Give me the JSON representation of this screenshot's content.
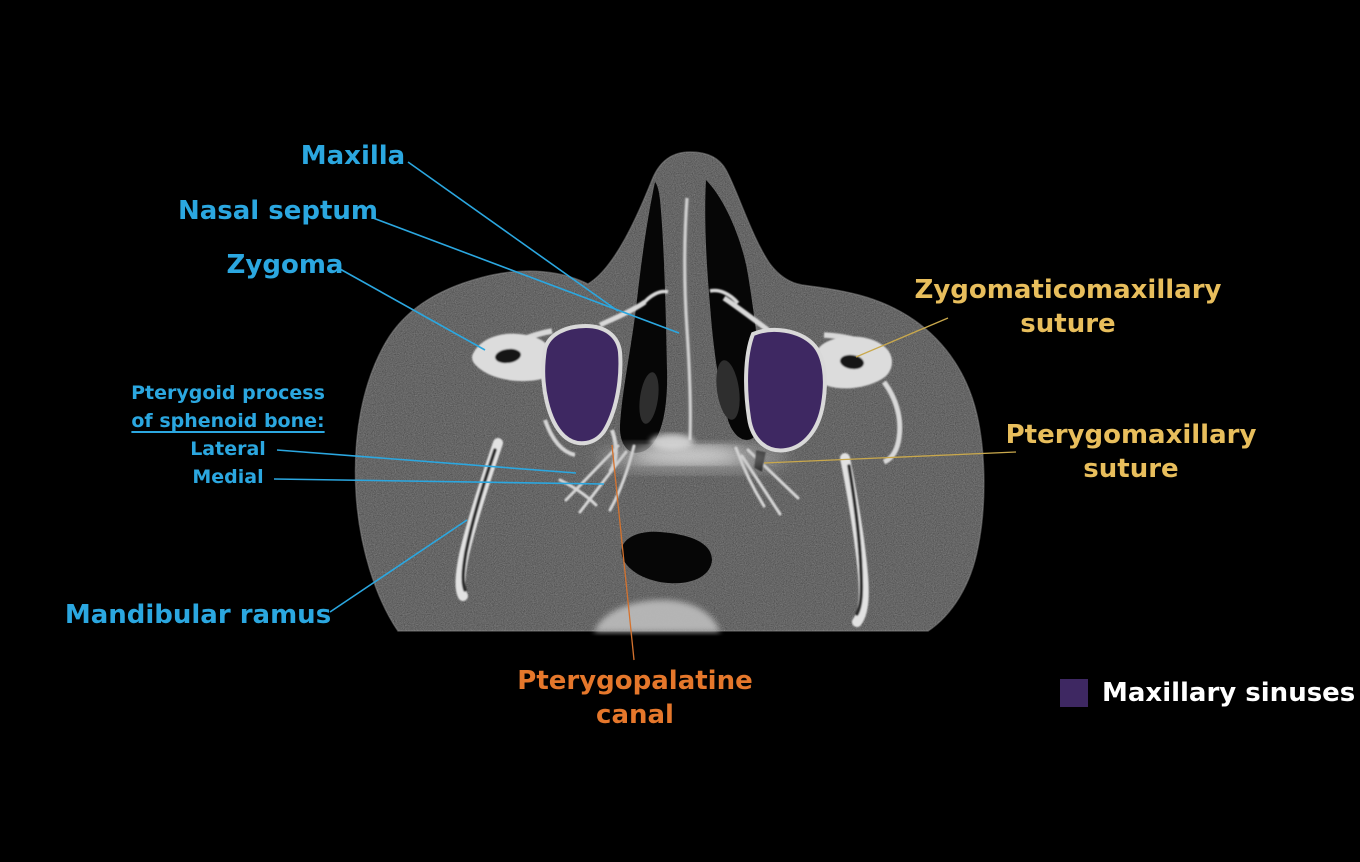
{
  "colors": {
    "background": "#000000",
    "label_blue": "#2BA7E0",
    "label_gold": "#E8BE5C",
    "label_orange": "#E5772B",
    "legend_text": "#FFFFFF",
    "sinus_purple": "#3E2862",
    "leader_blue": "#2BA7E0",
    "leader_gold": "#C9A84C",
    "leader_orange": "#D4722E"
  },
  "labels": {
    "maxilla": {
      "text": "Maxilla"
    },
    "nasal_septum": {
      "text": "Nasal septum"
    },
    "zygoma": {
      "text": "Zygoma"
    },
    "pterygoid": {
      "heading_line1": "Pterygoid process",
      "heading_line2": "of sphenoid bone:",
      "item_lateral": "Lateral",
      "item_medial": "Medial"
    },
    "mandibular_ramus": {
      "text": "Mandibular ramus"
    },
    "zygomaticomaxillary": {
      "line1": "Zygomaticomaxillary",
      "line2": "suture"
    },
    "pterygomaxillary": {
      "line1": "Pterygomaxillary",
      "line2": "suture"
    },
    "pterygopalatine": {
      "line1": "Pterygopalatine",
      "line2": "canal"
    }
  },
  "legend": {
    "swatch_color": "#3E2862",
    "label": "Maxillary sinuses"
  }
}
